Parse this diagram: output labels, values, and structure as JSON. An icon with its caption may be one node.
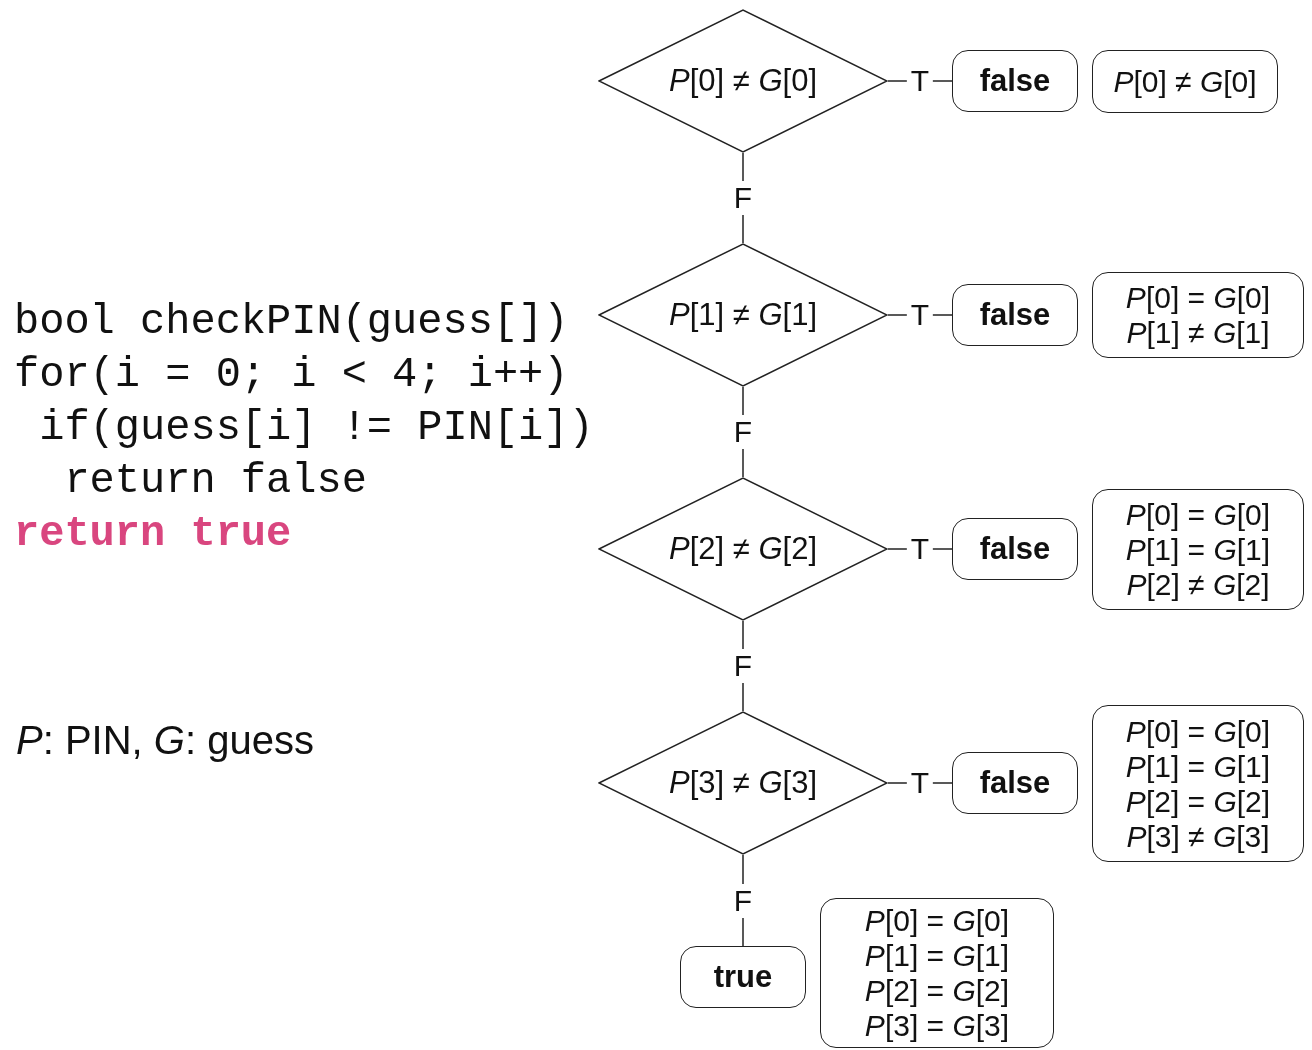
{
  "diagram": {
    "nodes": [
      {
        "text": [
          "*P*[0] ≠ *G*[0]"
        ]
      },
      {
        "text": [
          "false"
        ]
      },
      {
        "text": [
          "*P*[0] ≠ *G*[0]"
        ]
      },
      {
        "text": [
          "*P*[1] ≠ *G*[1]"
        ]
      },
      {
        "text": [
          "false"
        ]
      },
      {
        "text": [
          "*P*[0] = *G*[0]",
          "*P*[1] ≠ *G*[1]"
        ]
      },
      {
        "text": [
          "*P*[2] ≠ *G*[2]"
        ]
      },
      {
        "text": [
          "false"
        ]
      },
      {
        "text": [
          "*P*[0] = *G*[0]",
          "*P*[1] = *G*[1]",
          "*P*[2] ≠ *G*[2]"
        ]
      },
      {
        "text": [
          "*P*[3] ≠ *G*[3]"
        ]
      },
      {
        "text": [
          "false"
        ]
      },
      {
        "text": [
          "*P*[0] = *G*[0]",
          "*P*[1] = *G*[1]",
          "*P*[2] = *G*[2]",
          "*P*[3] ≠ *G*[3]"
        ]
      },
      {
        "text": [
          "true"
        ]
      },
      {
        "text": [
          "*P*[0] = *G*[0]",
          "*P*[1] = *G*[1]",
          "*P*[2] = *G*[2]",
          "*P*[3] = *G*[3]"
        ]
      }
    ],
    "edges": [
      {
        "from": 0,
        "to": 1,
        "label": "T",
        "arrow": "none"
      },
      {
        "from": 0,
        "to": 3,
        "label": "F",
        "arrow": "none"
      },
      {
        "from": 3,
        "to": 4,
        "label": "T",
        "arrow": "none"
      },
      {
        "from": 3,
        "to": 6,
        "label": "F",
        "arrow": "none"
      },
      {
        "from": 6,
        "to": 7,
        "label": "T",
        "arrow": "none"
      },
      {
        "from": 6,
        "to": 9,
        "label": "F",
        "arrow": "none"
      },
      {
        "from": 9,
        "to": 10,
        "label": "T",
        "arrow": "none"
      },
      {
        "from": 9,
        "to": 12,
        "label": "F",
        "arrow": "none"
      }
    ],
    "labels": [
      "bool checkPIN(guess[])",
      "for(i = 0; i < 4; i++)",
      " if(guess[i] != PIN[i])",
      "  return false",
      "return true",
      "*P*: PIN, *G*: guess"
    ]
  }
}
